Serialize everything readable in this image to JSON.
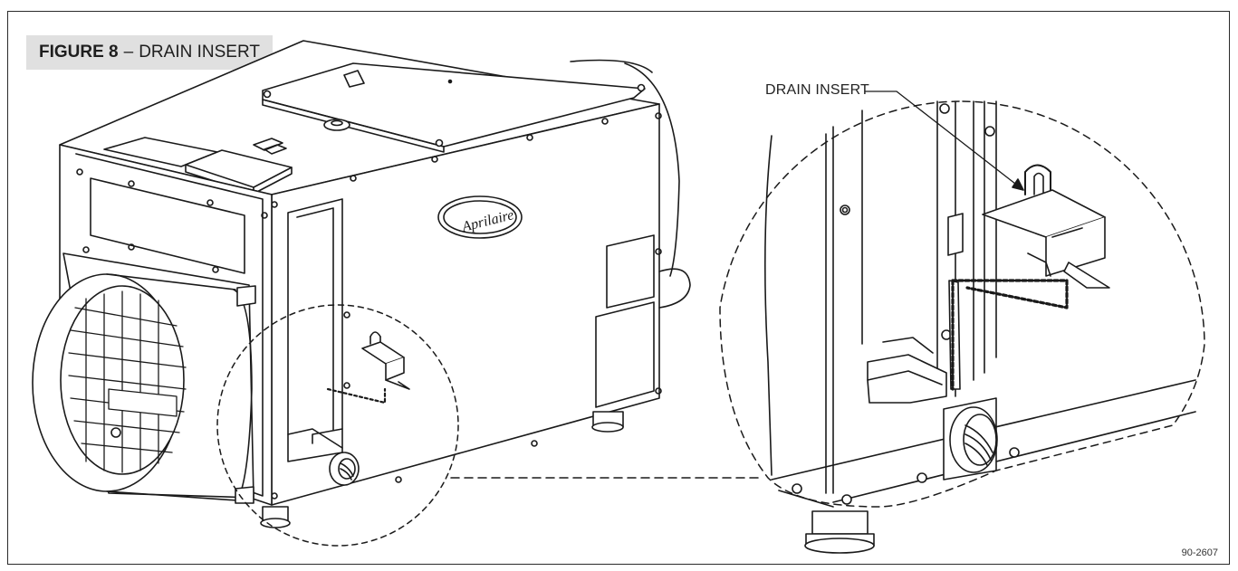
{
  "figure": {
    "number": "FIGURE 8",
    "separator": "–",
    "title": "DRAIN INSERT"
  },
  "callout": {
    "label": "DRAIN INSERT"
  },
  "unit_logo": {
    "text": "Aprilaire"
  },
  "part_number": "90-2607"
}
